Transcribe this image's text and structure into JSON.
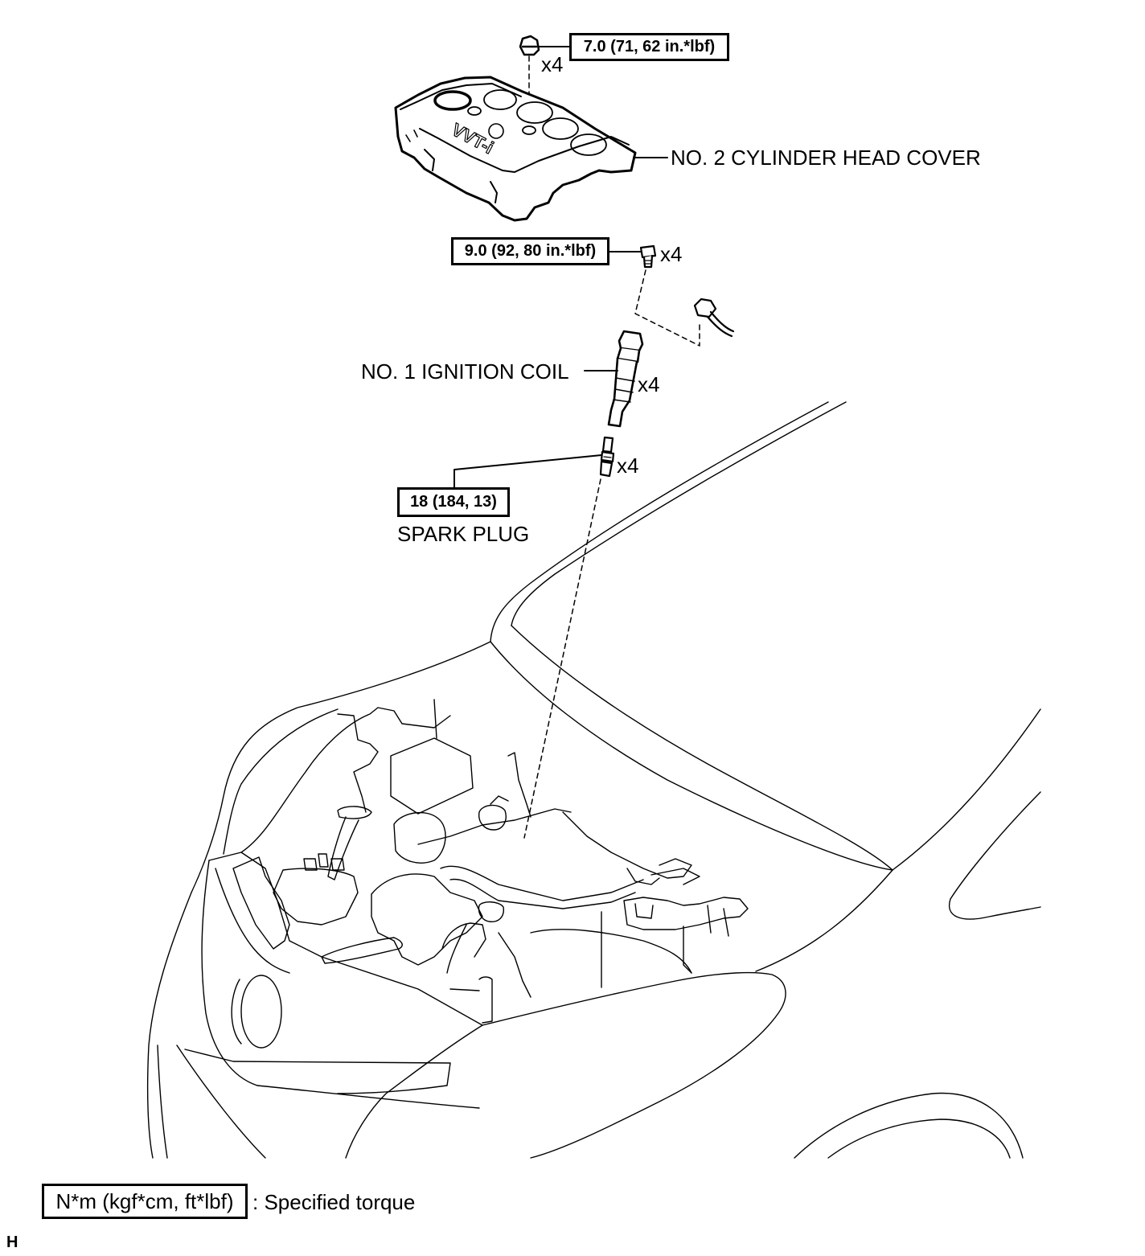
{
  "parts": {
    "head_cover": {
      "label": "NO. 2 CYLINDER HEAD COVER",
      "torque": "7.0 (71, 62 in.*lbf)",
      "qty": "x4",
      "logo_text": "VVT-i"
    },
    "coil_bolt": {
      "torque": "9.0 (92, 80 in.*lbf)",
      "qty": "x4"
    },
    "ignition_coil": {
      "label": "NO. 1 IGNITION COIL",
      "qty": "x4"
    },
    "spark_plug": {
      "label": "SPARK PLUG",
      "torque": "18 (184, 13)",
      "qty": "x4"
    }
  },
  "legend": {
    "box": "N*m (kgf*cm, ft*lbf)",
    "text": ": Specified torque"
  },
  "corner_mark": "H"
}
